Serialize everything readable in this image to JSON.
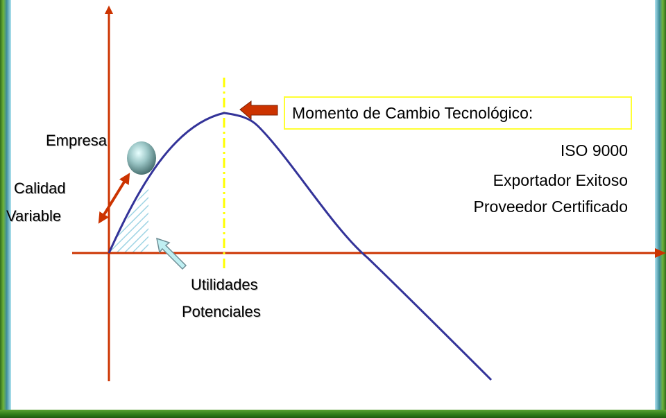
{
  "labels": {
    "empresa": "Empresa",
    "calidad_variable": [
      "Calidad",
      "Variable"
    ],
    "utilidades_potenciales": [
      "Utilidades",
      "Potenciales"
    ],
    "momento": "Momento de Cambio Tecnológico:",
    "items": [
      "ISO 9000",
      "Exportador Exitoso",
      "Proveedor Certificado"
    ]
  },
  "colors": {
    "axis": "#cc3300",
    "curve": "#333399",
    "dashed_line": "#ffff00",
    "callout_border": "#ffff33",
    "hatch": "#9fd4e4",
    "arrow_red": "#cc3300",
    "arrow_cyan": "#bfeff2",
    "ball": "#8fb8b8"
  },
  "icons": {
    "ball": "sphere-icon",
    "arrow_callout": "left-arrow-icon",
    "arrow_calidad": "double-arrow-icon",
    "arrow_utilidades": "up-arrow-icon"
  }
}
